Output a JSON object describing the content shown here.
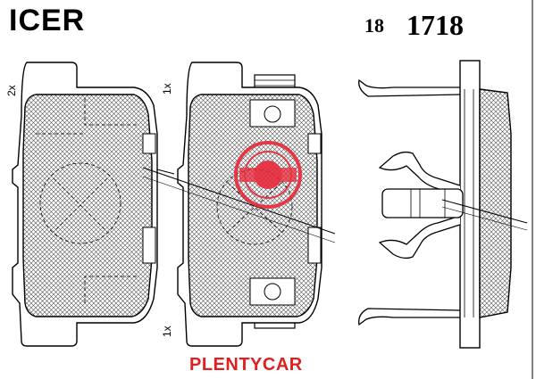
{
  "header": {
    "brand": "ICER",
    "part_prefix": "18",
    "part_number": "1718"
  },
  "quantities": {
    "pad_left": "2x",
    "pad_middle_top": "1x",
    "pad_middle_bottom": "1x"
  },
  "watermark": {
    "text": "PLENTYCAR"
  },
  "colors": {
    "line": "#000000",
    "hatch": "#555555",
    "watermark": "#e02020",
    "seal": "#e8283a"
  }
}
